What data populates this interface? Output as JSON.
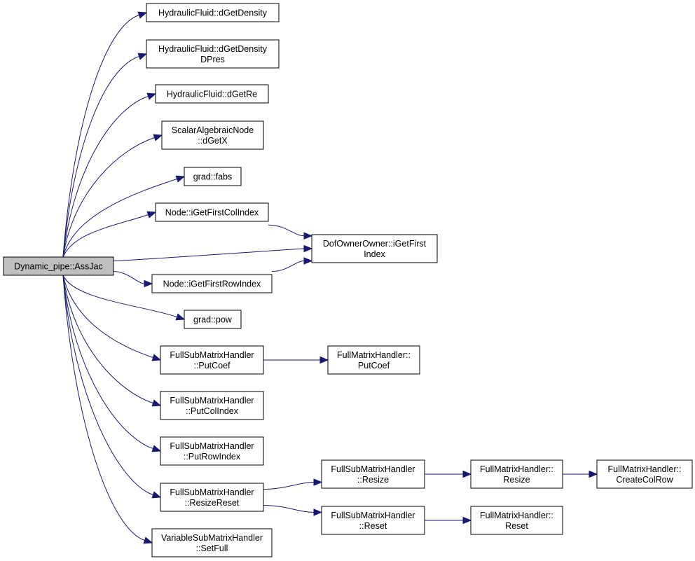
{
  "diagram": {
    "type": "call-graph",
    "colors": {
      "edge": "#191970",
      "root_fill": "#bfbfbf",
      "node_fill": "#ffffff",
      "border": "#000000"
    },
    "nodes": [
      {
        "id": "root",
        "lines": [
          "Dynamic_pipe::AssJac"
        ],
        "root": true
      },
      {
        "id": "n1",
        "lines": [
          "HydraulicFluid::dGetDensity"
        ]
      },
      {
        "id": "n2",
        "lines": [
          "HydraulicFluid::dGetDensity",
          "DPres"
        ]
      },
      {
        "id": "n3",
        "lines": [
          "HydraulicFluid::dGetRe"
        ]
      },
      {
        "id": "n4",
        "lines": [
          "ScalarAlgebraicNode",
          "::dGetX"
        ]
      },
      {
        "id": "n5",
        "lines": [
          "grad::fabs"
        ]
      },
      {
        "id": "n6",
        "lines": [
          "Node::iGetFirstColIndex"
        ]
      },
      {
        "id": "n7",
        "lines": [
          "DofOwnerOwner::iGetFirst",
          "Index"
        ]
      },
      {
        "id": "n8",
        "lines": [
          "Node::iGetFirstRowIndex"
        ]
      },
      {
        "id": "n9",
        "lines": [
          "grad::pow"
        ]
      },
      {
        "id": "n10",
        "lines": [
          "FullSubMatrixHandler",
          "::PutCoef"
        ]
      },
      {
        "id": "n11",
        "lines": [
          "FullMatrixHandler::",
          "PutCoef"
        ]
      },
      {
        "id": "n12",
        "lines": [
          "FullSubMatrixHandler",
          "::PutColIndex"
        ]
      },
      {
        "id": "n13",
        "lines": [
          "FullSubMatrixHandler",
          "::PutRowIndex"
        ]
      },
      {
        "id": "n14",
        "lines": [
          "FullSubMatrixHandler",
          "::ResizeReset"
        ]
      },
      {
        "id": "n15",
        "lines": [
          "FullSubMatrixHandler",
          "::Resize"
        ]
      },
      {
        "id": "n16",
        "lines": [
          "FullMatrixHandler::",
          "Resize"
        ]
      },
      {
        "id": "n17",
        "lines": [
          "FullMatrixHandler::",
          "CreateColRow"
        ]
      },
      {
        "id": "n18",
        "lines": [
          "FullSubMatrixHandler",
          "::Reset"
        ]
      },
      {
        "id": "n19",
        "lines": [
          "FullMatrixHandler::",
          "Reset"
        ]
      },
      {
        "id": "n20",
        "lines": [
          "VariableSubMatrixHandler",
          "::SetFull"
        ]
      }
    ],
    "edges": [
      [
        "root",
        "n1"
      ],
      [
        "root",
        "n2"
      ],
      [
        "root",
        "n3"
      ],
      [
        "root",
        "n4"
      ],
      [
        "root",
        "n5"
      ],
      [
        "root",
        "n6"
      ],
      [
        "root",
        "n7"
      ],
      [
        "root",
        "n8"
      ],
      [
        "root",
        "n9"
      ],
      [
        "root",
        "n10"
      ],
      [
        "root",
        "n12"
      ],
      [
        "root",
        "n13"
      ],
      [
        "root",
        "n14"
      ],
      [
        "root",
        "n20"
      ],
      [
        "n6",
        "n7"
      ],
      [
        "n8",
        "n7"
      ],
      [
        "n10",
        "n11"
      ],
      [
        "n14",
        "n15"
      ],
      [
        "n14",
        "n18"
      ],
      [
        "n15",
        "n16"
      ],
      [
        "n16",
        "n17"
      ],
      [
        "n18",
        "n19"
      ]
    ]
  }
}
